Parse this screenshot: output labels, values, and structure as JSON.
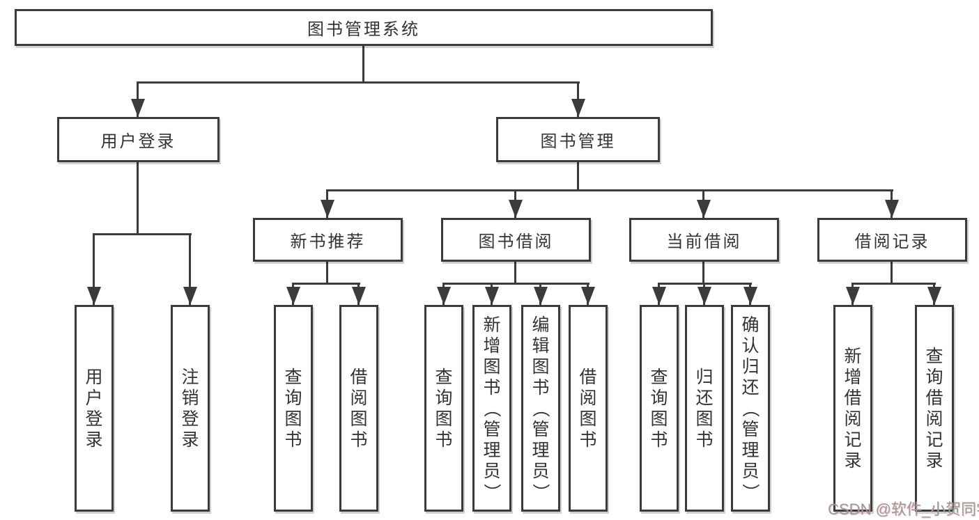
{
  "diagram": {
    "root": {
      "label": "图书管理系统"
    },
    "level2": [
      {
        "label": "用户登录"
      },
      {
        "label": "图书管理"
      }
    ],
    "level3": [
      {
        "label": "新书推荐"
      },
      {
        "label": "图书借阅"
      },
      {
        "label": "当前借阅"
      },
      {
        "label": "借阅记录"
      }
    ],
    "leaves": [
      {
        "label": "用户登录"
      },
      {
        "label": "注销登录"
      },
      {
        "label": "查询图书"
      },
      {
        "label": "借阅图书"
      },
      {
        "label": "查询图书"
      },
      {
        "label": "新增图书（管理员）"
      },
      {
        "label": "编辑图书（管理员）"
      },
      {
        "label": "借阅图书"
      },
      {
        "label": "查询图书"
      },
      {
        "label": "归还图书"
      },
      {
        "label": "确认归还（管理员）"
      },
      {
        "label": "新增借阅记录"
      },
      {
        "label": "查询借阅记录"
      }
    ],
    "watermark": "CSDN @软件_小贺同学",
    "colors": {
      "line": "#3b3b3b",
      "box_border": "#3b3b3b",
      "box_fill": "#ffffff",
      "text": "#333333",
      "watermark": "#989898"
    }
  }
}
